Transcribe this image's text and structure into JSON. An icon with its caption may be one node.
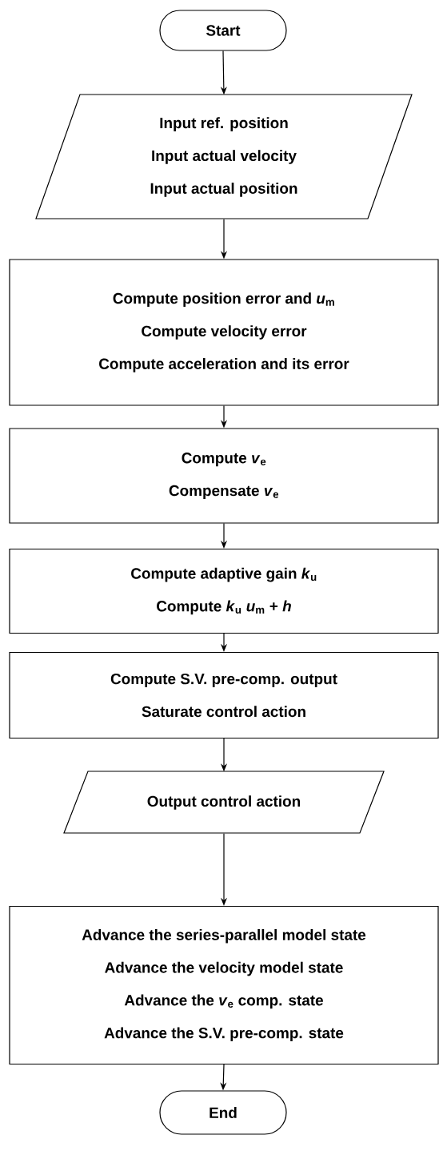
{
  "diagram": {
    "nodes": [
      {
        "text": [
          "Start"
        ]
      },
      {
        "text": [
          "Input ref. position",
          "Input actual velocity",
          "Input actual position"
        ]
      },
      {
        "text": [
          "Compute position error and *u*$_{m}$",
          "Compute velocity error",
          "Compute acceleration and its error"
        ]
      },
      {
        "text": [
          "Compute *v*$_{e}$",
          "Compensate *v*$_{e}$"
        ]
      },
      {
        "text": [
          "Compute adaptive gain *k*$_{u}$",
          "Compute *k*$_{u}$ *u*$_{m}$ + *h*"
        ]
      },
      {
        "text": [
          "Compute S.V. pre-comp. output",
          "Saturate control action"
        ]
      },
      {
        "text": [
          "Output control action"
        ]
      },
      {
        "text": [
          "Advance the series-parallel model state",
          "Advance the velocity model state",
          "Advance the *v*$_{e}$ comp. state",
          "Advance the S.V. pre-comp. state"
        ]
      },
      {
        "text": [
          "End"
        ]
      }
    ],
    "edges": [
      {
        "from": 0,
        "to": 1,
        "arrow": "to"
      },
      {
        "from": 1,
        "to": 2,
        "arrow": "to"
      },
      {
        "from": 2,
        "to": 3,
        "arrow": "to"
      },
      {
        "from": 3,
        "to": 4,
        "arrow": "to"
      },
      {
        "from": 4,
        "to": 5,
        "arrow": "to"
      },
      {
        "from": 5,
        "to": 6,
        "arrow": "to"
      },
      {
        "from": 6,
        "to": 7,
        "arrow": "to"
      },
      {
        "from": 7,
        "to": 8,
        "arrow": "to"
      }
    ]
  }
}
